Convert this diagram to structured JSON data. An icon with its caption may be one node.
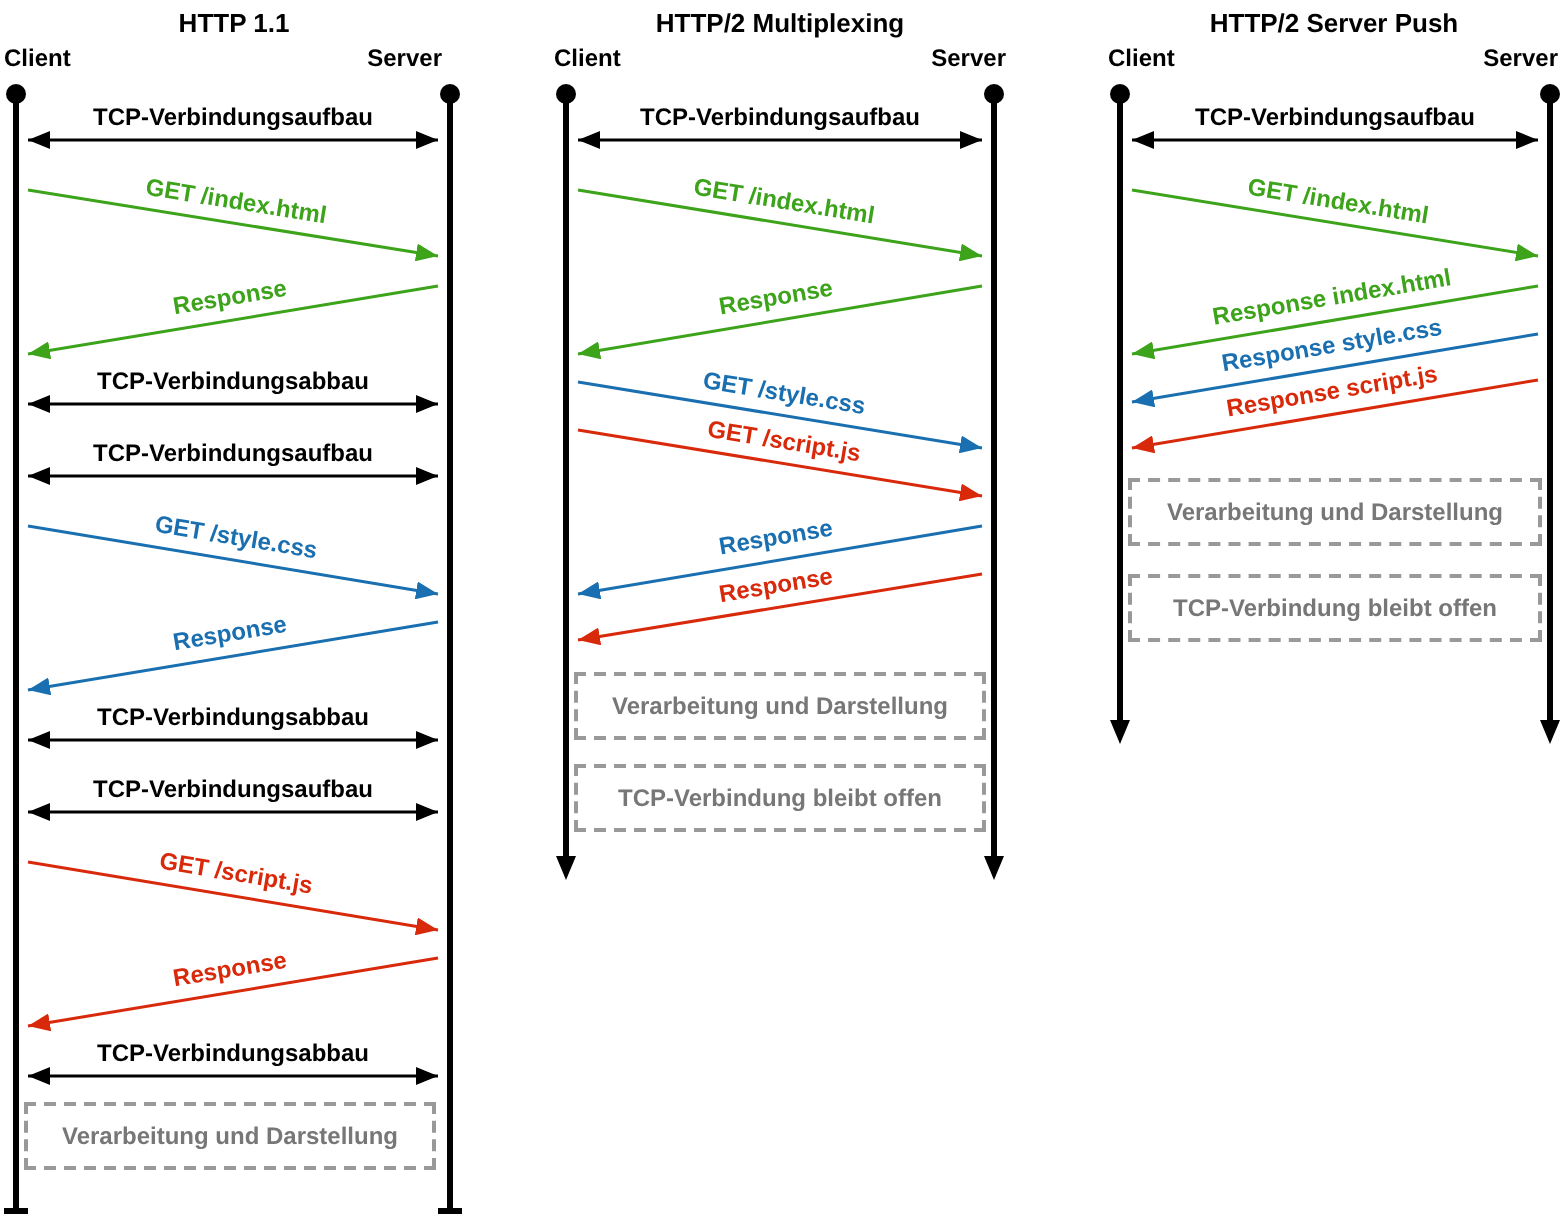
{
  "diagram": {
    "nodes": [
      {
        "text": [],
        "shape": "line",
        "beside": [
          "Client"
        ]
      },
      {
        "text": [],
        "shape": "line",
        "beside": [
          "Server"
        ]
      },
      {
        "text": [
          "Verarbeitung und Darstellung"
        ]
      },
      {
        "text": [],
        "shape": "line",
        "beside": [
          "Client"
        ]
      },
      {
        "text": [],
        "shape": "line",
        "beside": [
          "Server"
        ]
      },
      {
        "text": [
          "Verarbeitung und Darstellung"
        ]
      },
      {
        "text": [
          "TCP-Verbindung bleibt offen"
        ]
      },
      {
        "text": [],
        "shape": "line",
        "beside": [
          "Client"
        ]
      },
      {
        "text": [],
        "shape": "line",
        "beside": [
          "Server"
        ]
      },
      {
        "text": [
          "Verarbeitung und Darstellung"
        ]
      },
      {
        "text": [
          "TCP-Verbindung bleibt offen"
        ]
      }
    ],
    "edges": [
      {
        "from": 0,
        "to": 1,
        "arrow": "both",
        "label": "TCP-Verbindungsaufbau"
      },
      {
        "from": 0,
        "to": 1,
        "arrow": "to",
        "label": "GET /index.html",
        "color": "#3ca31a"
      },
      {
        "from": 1,
        "to": 0,
        "arrow": "to",
        "label": "Response",
        "color": "#3ca31a"
      },
      {
        "from": 0,
        "to": 1,
        "arrow": "both",
        "label": "TCP-Verbindungsabbau"
      },
      {
        "from": 0,
        "to": 1,
        "arrow": "both",
        "label": "TCP-Verbindungsaufbau"
      },
      {
        "from": 0,
        "to": 1,
        "arrow": "to",
        "label": "GET /style.css",
        "color": "#1a6fb0"
      },
      {
        "from": 1,
        "to": 0,
        "arrow": "to",
        "label": "Response",
        "color": "#1a6fb0"
      },
      {
        "from": 0,
        "to": 1,
        "arrow": "both",
        "label": "TCP-Verbindungsabbau"
      },
      {
        "from": 0,
        "to": 1,
        "arrow": "both",
        "label": "TCP-Verbindungsaufbau"
      },
      {
        "from": 0,
        "to": 1,
        "arrow": "to",
        "label": "GET /script.js",
        "color": "#d9290b"
      },
      {
        "from": 1,
        "to": 0,
        "arrow": "to",
        "label": "Response",
        "color": "#d9290b"
      },
      {
        "from": 0,
        "to": 1,
        "arrow": "both",
        "label": "TCP-Verbindungsabbau"
      },
      {
        "from": 3,
        "to": 4,
        "arrow": "both",
        "label": "TCP-Verbindungsaufbau"
      },
      {
        "from": 3,
        "to": 4,
        "arrow": "to",
        "label": "GET /index.html",
        "color": "#3ca31a"
      },
      {
        "from": 4,
        "to": 3,
        "arrow": "to",
        "label": "Response",
        "color": "#3ca31a"
      },
      {
        "from": 3,
        "to": 4,
        "arrow": "to",
        "label": "GET /style.css",
        "color": "#1a6fb0"
      },
      {
        "from": 3,
        "to": 4,
        "arrow": "to",
        "label": "GET /script.js",
        "color": "#d9290b"
      },
      {
        "from": 4,
        "to": 3,
        "arrow": "to",
        "label": "Response",
        "color": "#1a6fb0"
      },
      {
        "from": 4,
        "to": 3,
        "arrow": "to",
        "label": "Response",
        "color": "#d9290b"
      },
      {
        "from": 7,
        "to": 8,
        "arrow": "both",
        "label": "TCP-Verbindungsaufbau"
      },
      {
        "from": 7,
        "to": 8,
        "arrow": "to",
        "label": "GET /index.html",
        "color": "#3ca31a"
      },
      {
        "from": 8,
        "to": 7,
        "arrow": "to",
        "label": "Response index.html",
        "color": "#3ca31a"
      },
      {
        "from": 8,
        "to": 7,
        "arrow": "to",
        "label": "Response style.css",
        "color": "#1a6fb0"
      },
      {
        "from": 8,
        "to": 7,
        "arrow": "to",
        "label": "Response script.js",
        "color": "#d9290b"
      }
    ],
    "labels": [
      "HTTP 1.1",
      "HTTP/2 Multiplexing",
      "HTTP/2 Server Push"
    ]
  }
}
